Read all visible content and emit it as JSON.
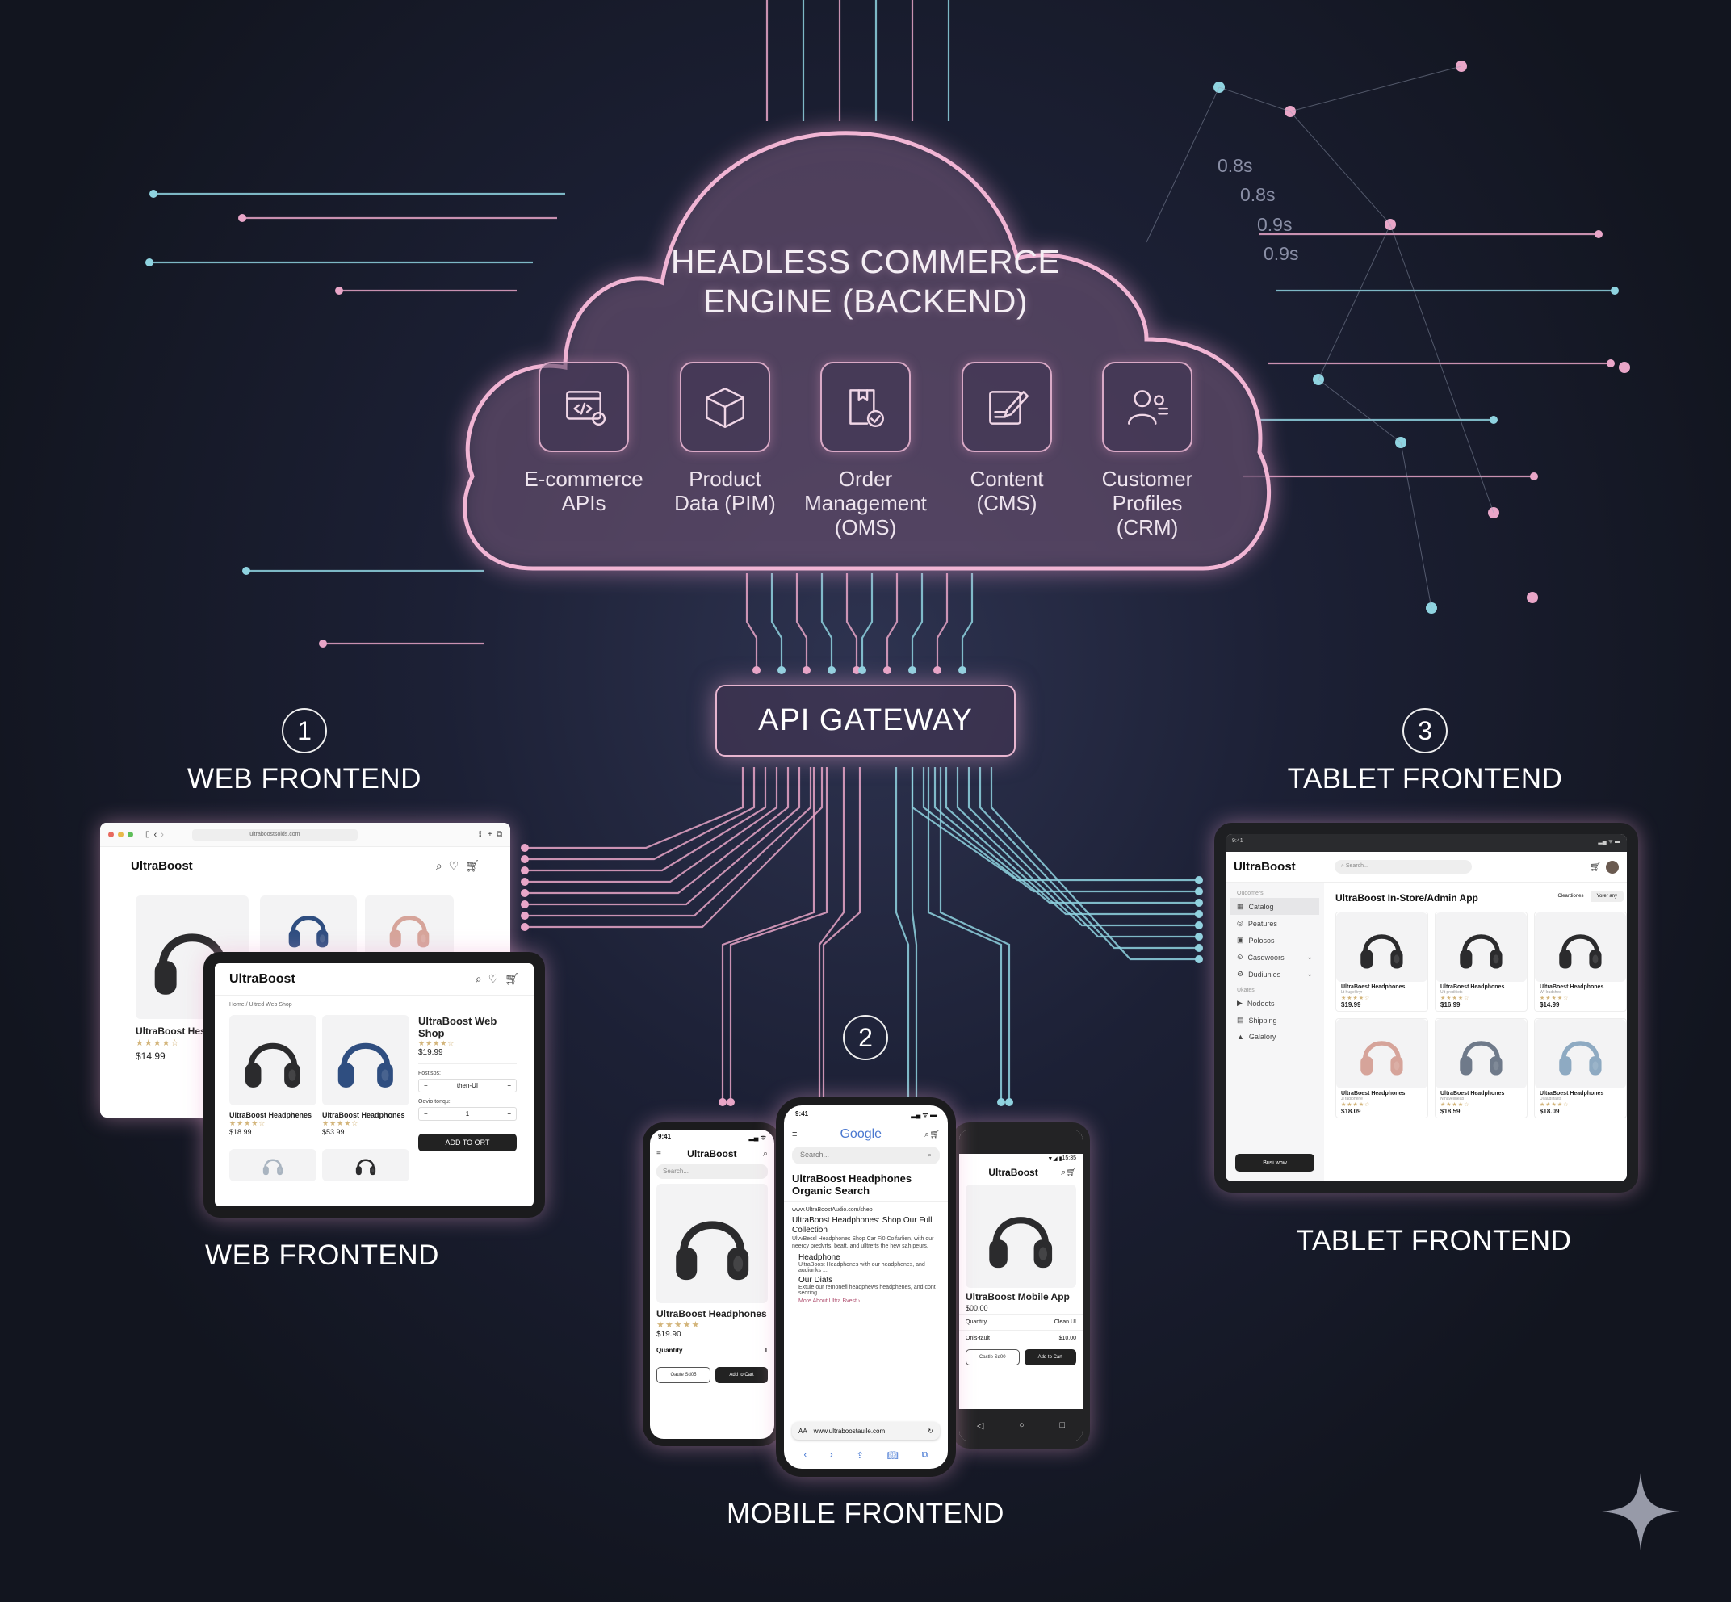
{
  "cloud": {
    "title_line1": "HEADLESS COMMERCE",
    "title_line2": "ENGINE (BACKEND)"
  },
  "services": [
    {
      "label1": "E-commerce",
      "label2": "APIs",
      "label3": "",
      "icon": "code-window-gear-icon"
    },
    {
      "label1": "Product",
      "label2": "Data (PIM)",
      "label3": "",
      "icon": "box-icon"
    },
    {
      "label1": "Order",
      "label2": "Management",
      "label3": "(OMS)",
      "icon": "order-check-icon"
    },
    {
      "label1": "Content",
      "label2": "(CMS)",
      "label3": "",
      "icon": "edit-document-icon"
    },
    {
      "label1": "Customer",
      "label2": "Profiles",
      "label3": "(CRM)",
      "icon": "users-icon"
    }
  ],
  "latencies": [
    "0.8s",
    "0.8s",
    "0.9s",
    "0.9s"
  ],
  "gateway": {
    "label": "API GATEWAY"
  },
  "sections": {
    "web": {
      "number": "1",
      "title": "WEB FRONTEND",
      "caption": "WEB FRONTEND"
    },
    "mobile": {
      "number": "2",
      "caption": "MOBILE FRONTEND"
    },
    "tablet": {
      "number": "3",
      "title": "TABLET FRONTEND",
      "caption": "TABLET FRONTEND"
    }
  },
  "colors": {
    "pink": "#e9a6c8",
    "cyan": "#8fd3e0",
    "black_hp": "#2b2b2d",
    "navy_hp": "#2f4e80",
    "pink_hp": "#d6a49a",
    "grey_hp": "#6f7a8a",
    "blue_hp": "#8eaac2",
    "silver_hp": "#a9b4c0"
  },
  "browser": {
    "url": "ultraboostsolds.com",
    "brand": "UltraBoost",
    "product_name": "UltraBoost Hes",
    "stars": "★★★★☆",
    "price": "$14.99"
  },
  "web_tablet": {
    "brand": "UltraBoost",
    "breadcrumb": "Home / Ultred Web Shop",
    "products": [
      {
        "name": "UltraBoost Headphenes",
        "stars": "★★★★☆",
        "price": "$18.99"
      },
      {
        "name": "UltraBoost Headphones",
        "stars": "★★★★☆",
        "price": "$53.99"
      }
    ],
    "detail": {
      "title": "UltraBoost Web Shop",
      "stars": "★★★★☆",
      "price": "$19.99",
      "option1_label": "Fostisos:",
      "option1_value": "then-UI",
      "option2_label": "Oovio tonqu:",
      "qty": "1",
      "add_button": "ADD TO ORT"
    }
  },
  "phone_left": {
    "time": "9:41",
    "brand": "UltraBoost",
    "search_placeholder": "Search...",
    "product": "UltraBoost Headphones",
    "stars": "★★★★★",
    "price": "$19.90",
    "qty_label": "Quantity",
    "qty": "1",
    "btn1": "Oaute Sd05",
    "btn2": "Add to Cart"
  },
  "phone_center": {
    "time": "9:41",
    "logo": "Google",
    "search_placeholder": "Search...",
    "heading": "UltraBoost Headphones Organic Search",
    "result_url": "www.UltraBoostAudio.com/shep",
    "result_title": "UltraBoost Headphones: Shop Our Full Collection",
    "result_snippet": "UlvvBecsl Headphones Shop Car Fi0 Colfarlien, with our neercy predvrts, beatt, and ulltrefts the hew sah peurs.",
    "sub1_title": "Headphone",
    "sub1_snippet": "UltraBoost Headphones with our headphenes, and audiunks ...",
    "sub2_title": "Our Diats",
    "sub2_snippet": "Extuie our remonefi headphews headphenes, and cont seoring ...",
    "more_link": "More About Ultra Bvest ›",
    "address": "www.ultraboostauile.com",
    "aa": "AA"
  },
  "phone_right": {
    "time": "15:35",
    "brand": "UltraBoost",
    "product": "UltraBoost Mobile App",
    "price": "$00.00",
    "row1_label": "Quantity",
    "row1_value": "Clean UI",
    "row2_label": "Onis-tault",
    "row2_value": "$10.00",
    "btn1": "Castle Sd00",
    "btn2": "Add to Cart"
  },
  "admin_tablet": {
    "time": "9:41",
    "brand": "UltraBoost",
    "search_placeholder": "Search...",
    "title": "UltraBoost In-Store/Admin App",
    "toggle1": "Cleardiones",
    "toggle2": "Yorer any",
    "side_group1": "Oudomers",
    "side_items1": [
      "Catalog",
      "Peatures",
      "Polosos",
      "Casdwoors",
      "Dudiunies"
    ],
    "side_group2": "Ukates",
    "side_items2": [
      "Nodoots",
      "Shipping",
      "Galalory"
    ],
    "side_button": "Busi wow",
    "products": [
      {
        "name": "UltraBoest Headphones",
        "sub": "Lt hugelfiryr",
        "stars": "★★★★☆",
        "price": "$19.99"
      },
      {
        "name": "UltraBoest Headphones",
        "sub": "Ult prediticts",
        "stars": "★★★★☆",
        "price": "$16.99"
      },
      {
        "name": "UltraBoest Headphones",
        "sub": "Wf Iradshes",
        "stars": "★★★★☆",
        "price": "$14.99"
      },
      {
        "name": "UltraBoest Headphones",
        "sub": "Jl fadlbhene",
        "stars": "★★★★☆",
        "price": "$18.09"
      },
      {
        "name": "UltraBoest Headphones",
        "sub": "Nfnavelineab",
        "stars": "★★★★☆",
        "price": "$18.59"
      },
      {
        "name": "UltraBoest Headphones",
        "sub": "Ul audilfasts",
        "stars": "★★★★☆",
        "price": "$18.09"
      }
    ]
  }
}
